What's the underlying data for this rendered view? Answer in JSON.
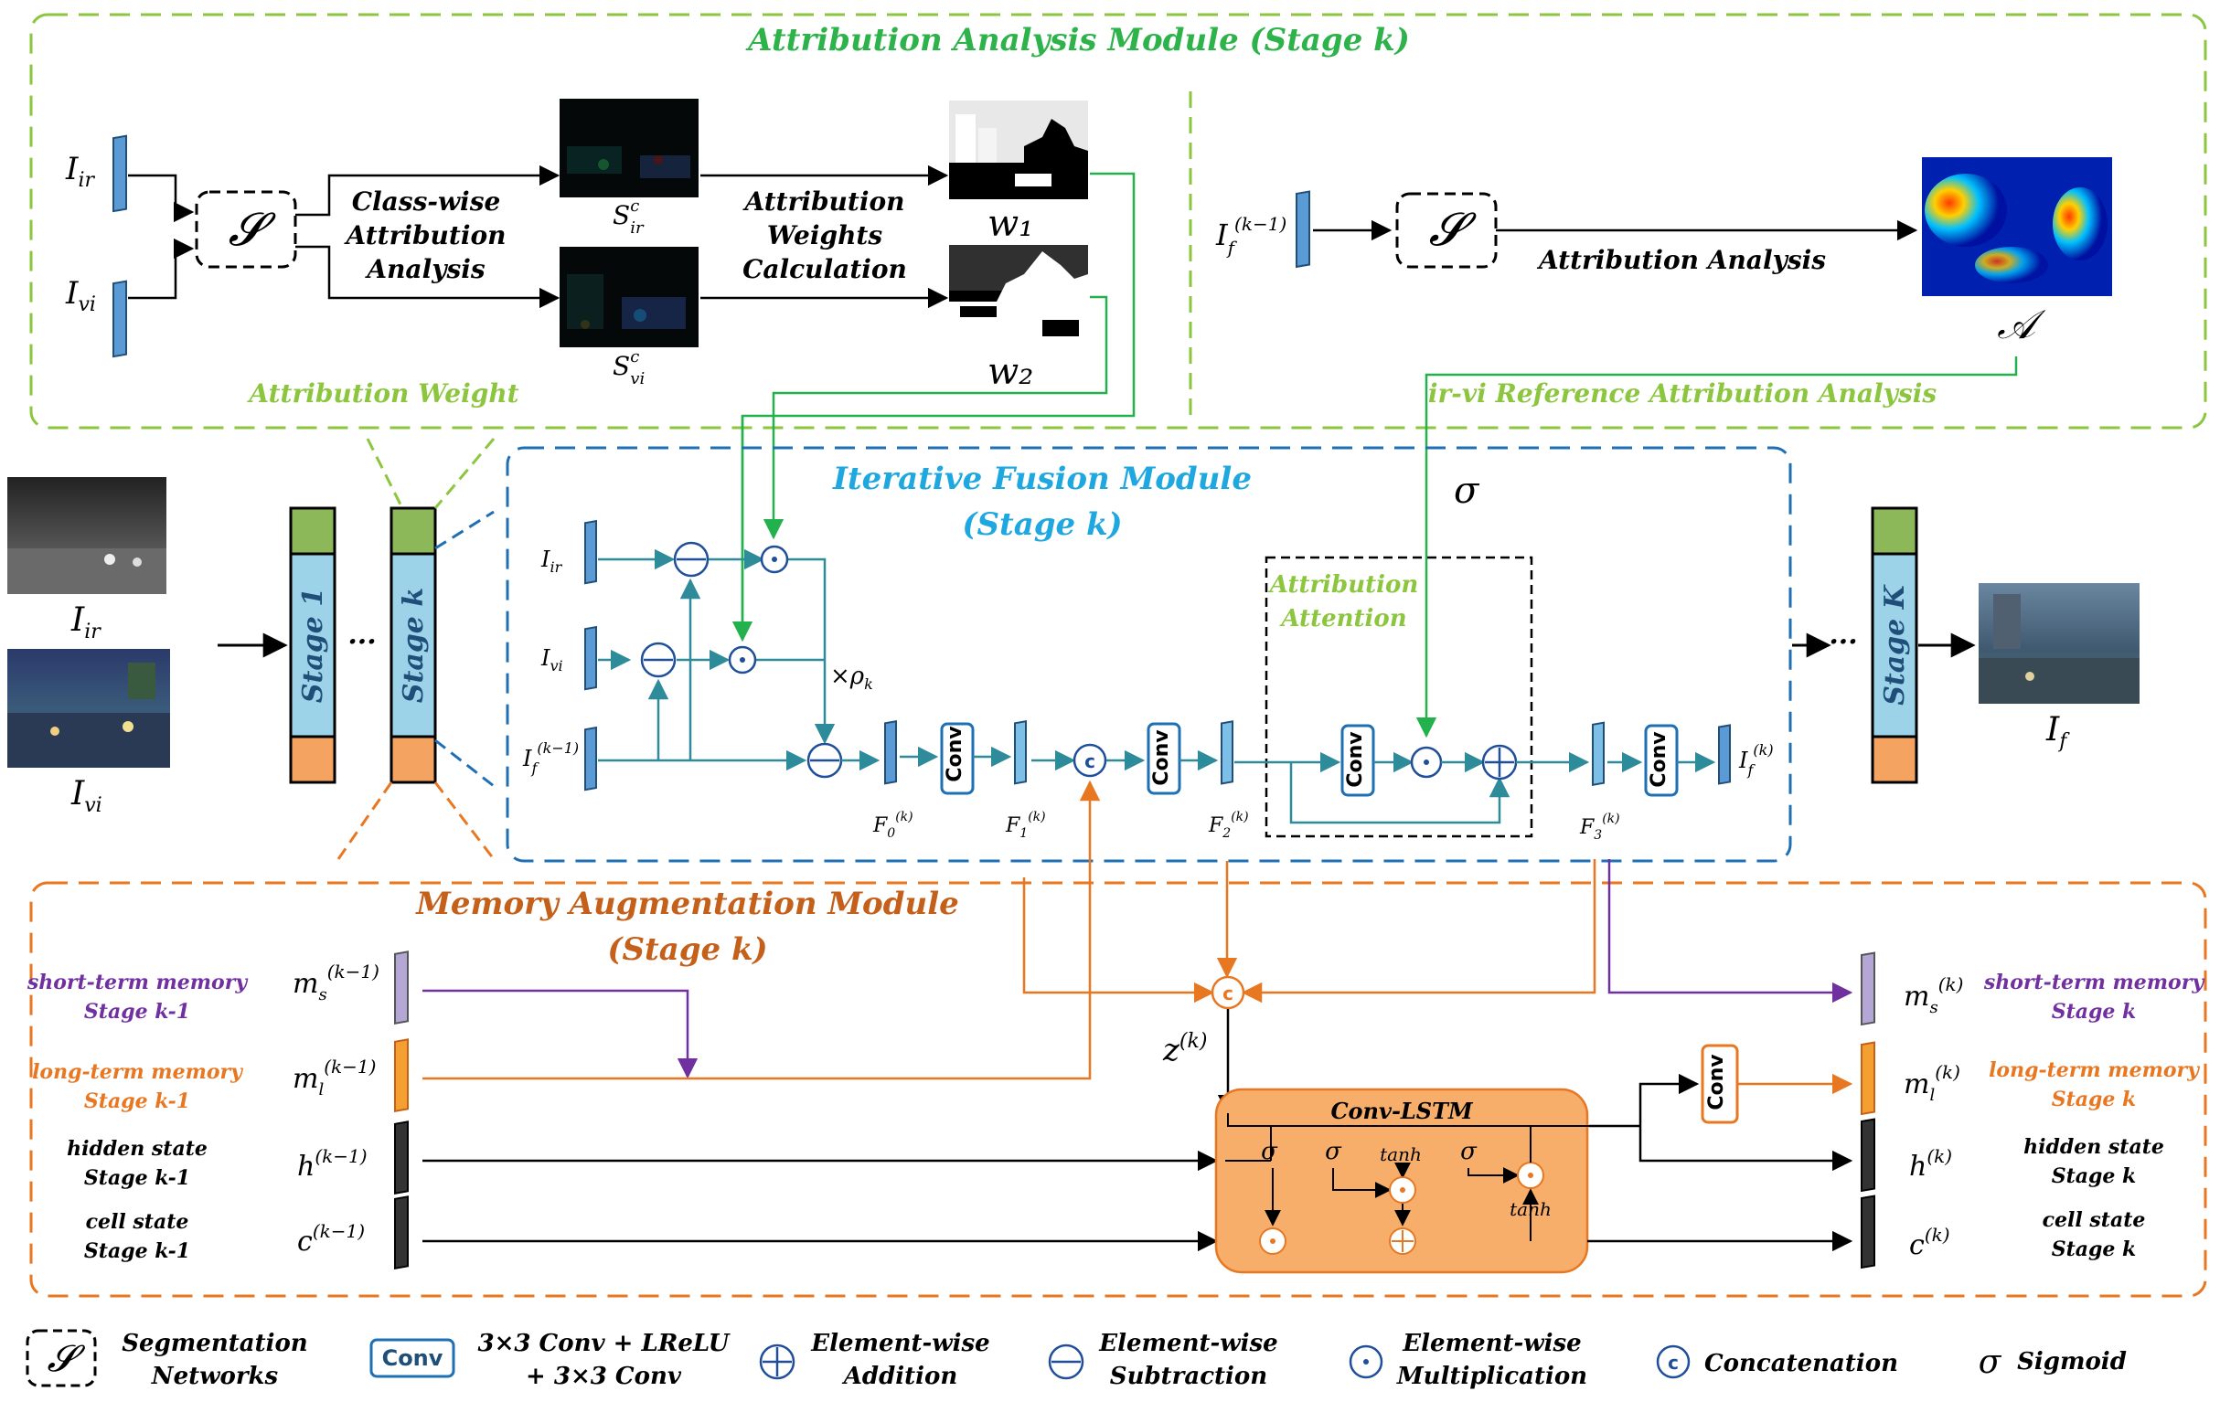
{
  "attribution_module": {
    "title": "Attribution Analysis Module (Stage k)",
    "class_wise_1": "Class-wise",
    "class_wise_2": "Attribution",
    "class_wise_3": "Analysis",
    "weights_1": "Attribution",
    "weights_2": "Weights",
    "weights_3": "Calculation",
    "attribution_weight": "Attribution Weight",
    "attribution_analysis": "Attribution Analysis",
    "reference_analysis": "ir-vi Reference Attribution Analysis",
    "seg_symbol": "𝓢",
    "a_symbol": "𝒜",
    "w1": "w₁",
    "w2": "w₂"
  },
  "fusion_module": {
    "title_1": "Iterative Fusion Module",
    "title_2": "(Stage k)",
    "sigma": "σ",
    "rho": "×ρk",
    "attention_1": "Attribution",
    "attention_2": "Attention",
    "conv": "Conv",
    "concat": "c"
  },
  "memory_module": {
    "title_1": "Memory Augmentation Module",
    "title_2": "(Stage k)",
    "lstm_title": "Conv-LSTM",
    "tanh": "tanh",
    "sigma": "σ",
    "z": "z(k)",
    "short_in_1": "short-term memory",
    "short_in_2": "Stage k-1",
    "long_in_1": "long-term memory",
    "long_in_2": "Stage k-1",
    "hidden_in_1": "hidden state",
    "hidden_in_2": "Stage k-1",
    "cell_in_1": "cell state",
    "cell_in_2": "Stage k-1",
    "short_out_1": "short-term memory",
    "short_out_2": "Stage k",
    "long_out_1": "long-term memory",
    "long_out_2": "Stage k",
    "hidden_out_1": "hidden state",
    "hidden_out_2": "Stage k",
    "cell_out_1": "cell state",
    "cell_out_2": "Stage k"
  },
  "stages": {
    "stage1": "Stage 1",
    "stagek": "Stage k",
    "stageK": "Stage K",
    "dots": "···"
  },
  "images": {
    "ir": "Iir",
    "vi": "Ivi",
    "f": "If"
  },
  "legend": {
    "seg_1": "Segmentation",
    "seg_2": "Networks",
    "conv_box": "Conv",
    "conv_1": "3×3 Conv + LReLU",
    "conv_2": "+ 3×3 Conv",
    "add_1": "Element-wise",
    "add_2": "Addition",
    "sub_1": "Element-wise",
    "sub_2": "Subtraction",
    "mul_1": "Element-wise",
    "mul_2": "Multiplication",
    "concat": "Concatenation",
    "sigma_symbol": "σ",
    "sigmoid": "Sigmoid"
  },
  "colors": {
    "green": "#8CC63F",
    "green_title": "#2DB34A",
    "blue": "#1F6FB5",
    "cyan_title": "#1FA7E0",
    "orange": "#E87722",
    "purple": "#7030A0",
    "teal": "#2E8B9A"
  }
}
